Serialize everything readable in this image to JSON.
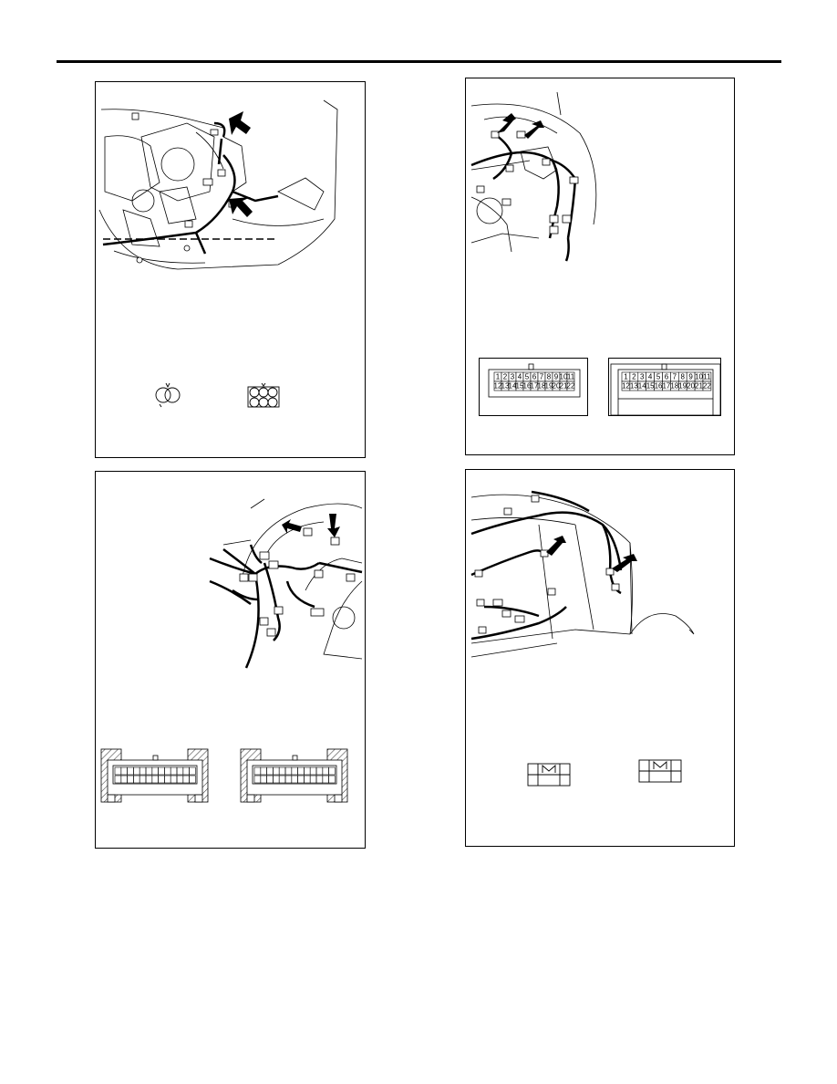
{
  "panels": [
    {
      "id": "panel-1",
      "illustration": "engine-compartment-harness",
      "connector_1": {
        "icon": "round-2-pin-connector-icon"
      },
      "connector_2": {
        "icon": "6-pin-connector-icon"
      }
    },
    {
      "id": "panel-2",
      "illustration": "instrument-panel-harness-upper",
      "connector_1": {
        "icon": "22-pin-connector-icon",
        "pins_top": [
          "1",
          "2",
          "3",
          "4",
          "5",
          "6",
          "7",
          "8",
          "9",
          "10",
          "11"
        ],
        "pins_bottom": [
          "12",
          "13",
          "14",
          "15",
          "16",
          "17",
          "18",
          "19",
          "20",
          "21",
          "22"
        ]
      },
      "connector_2": {
        "icon": "22-pin-connector-icon",
        "pins_top": [
          "1",
          "2",
          "3",
          "4",
          "5",
          "6",
          "7",
          "8",
          "9",
          "10",
          "11"
        ],
        "pins_bottom": [
          "12",
          "13",
          "14",
          "15",
          "16",
          "17",
          "18",
          "19",
          "20",
          "21",
          "22"
        ]
      }
    },
    {
      "id": "panel-3",
      "illustration": "instrument-panel-harness-lower",
      "connector_1": {
        "icon": "multi-pin-connector-icon"
      },
      "connector_2": {
        "icon": "multi-pin-connector-icon"
      }
    },
    {
      "id": "panel-4",
      "illustration": "rear-body-harness",
      "connector_1": {
        "icon": "4-pin-connector-icon"
      },
      "connector_2": {
        "icon": "4-pin-connector-icon"
      }
    }
  ]
}
